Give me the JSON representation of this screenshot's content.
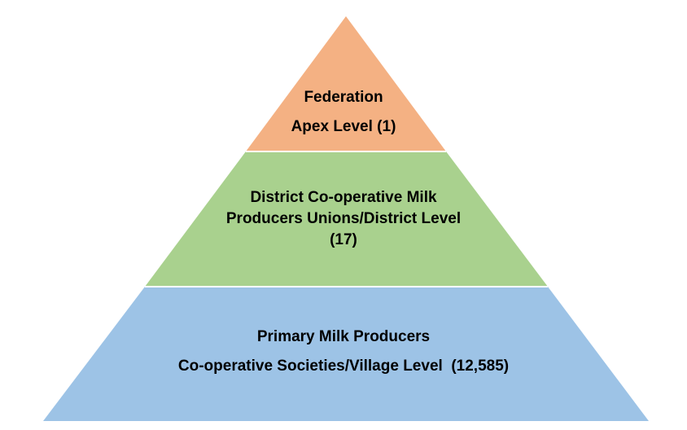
{
  "colors": {
    "apex": "#F4B183",
    "district": "#A9D18E",
    "village": "#9DC3E6",
    "separator": "#ffffff"
  },
  "tiers": {
    "apex": {
      "line1": "Federation",
      "line2": "Apex Level (1)"
    },
    "district": {
      "line1": "District Co-operative Milk",
      "line2": "Producers Unions/District Level",
      "line3": "(17)"
    },
    "village": {
      "line1": "Primary Milk Producers",
      "line2": "Co-operative Societies/Village Level  (12,585)"
    }
  }
}
